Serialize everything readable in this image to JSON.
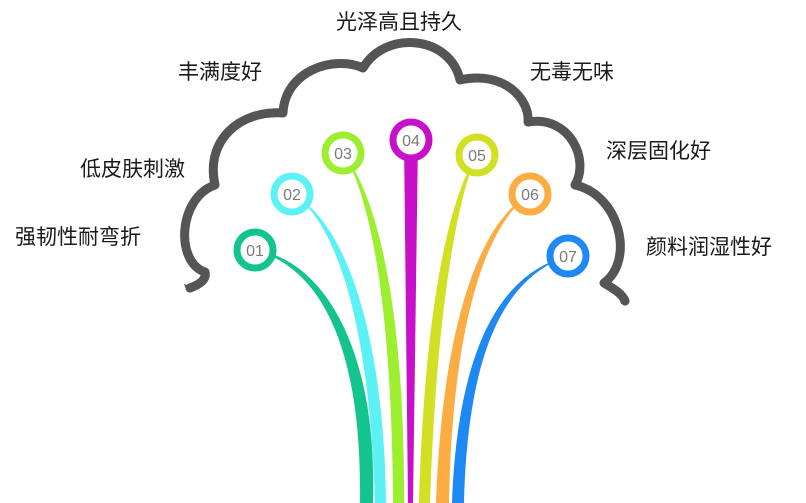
{
  "diagram": {
    "items": [
      {
        "number": "01",
        "label": "强韧性耐弯折",
        "color": "#14c48f"
      },
      {
        "number": "02",
        "label": "低皮肤刺激",
        "color": "#5cf2f5"
      },
      {
        "number": "03",
        "label": "丰满度好",
        "color": "#9cee2f"
      },
      {
        "number": "04",
        "label": "光泽高且持久",
        "color": "#c80fc9"
      },
      {
        "number": "05",
        "label": "无毒无味",
        "color": "#d2e023"
      },
      {
        "number": "06",
        "label": "深层固化好",
        "color": "#fbad44"
      },
      {
        "number": "07",
        "label": "颜料润湿性好",
        "color": "#1e88f3"
      }
    ],
    "cloud_color": "#555555"
  }
}
